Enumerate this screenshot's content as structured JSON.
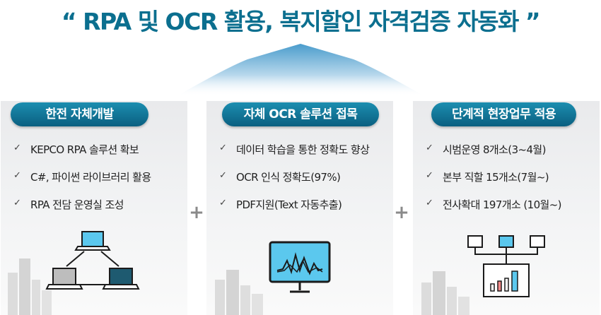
{
  "title": "“ RPA 및 OCR 활용, 복지할인 자격검증 자동화 ”",
  "panels": [
    {
      "heading": "한전 자체개발",
      "items": [
        "KEPCO RPA 솔루션 확보",
        "C#, 파이썬 라이브러리 활용",
        "RPA 전담 운영실 조성"
      ],
      "illustration_icon": "network-computers-icon"
    },
    {
      "heading": "자체 OCR 솔루션 접목",
      "items": [
        "데이터 학습을 통한 정확도 향상",
        "OCR 인식 정확도(97%)",
        "PDF지원(Text 자동추출)"
      ],
      "illustration_icon": "monitor-waveform-icon"
    },
    {
      "heading": "단계적 현장업무 적용",
      "items": [
        "시범운영 8개소(3~4월)",
        "본부 직할 15개소(7월~)",
        "전사확대 197개소 (10월~)"
      ],
      "illustration_icon": "hierarchy-chart-icon"
    }
  ],
  "check_mark": "✓",
  "plus_sign": "+",
  "colors": {
    "title": "#0b6f8f",
    "pill_top": "#1c8eb0",
    "pill_bottom": "#0a5f80",
    "panel_bg": "#eeeff0",
    "plus": "#8a8a8a",
    "screen_blue": "#5bc8ee",
    "screen_dark": "#1e5a70",
    "screen_gray": "#bdbdbd"
  }
}
